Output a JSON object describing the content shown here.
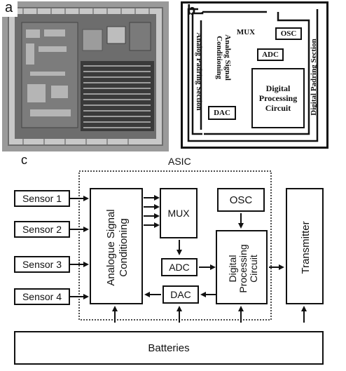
{
  "panels": {
    "a": {
      "label": "a"
    },
    "b": {
      "label": "b",
      "analog_padring": "Analog Padring Section",
      "digital_padring": "Digital Padring Section",
      "analog_signal": "Analog Signal Conditioning",
      "mux": "MUX",
      "osc": "OSC",
      "adc": "ADC",
      "digital_processing": [
        "Digital",
        "Processing",
        "Circuit"
      ],
      "dac": "DAC"
    },
    "c": {
      "label": "c",
      "asic_title": "ASIC",
      "sensors": [
        "Sensor 1",
        "Sensor 2",
        "Sensor 3",
        "Sensor 4"
      ],
      "analogue_conditioning": [
        "Analogue Signal",
        "Conditioning"
      ],
      "mux": "MUX",
      "osc": "OSC",
      "adc": "ADC",
      "dac": "DAC",
      "digital_processing": [
        "Digital",
        "Processing",
        "Circuit"
      ],
      "transmitter": "Transmitter",
      "batteries": "Batteries"
    }
  },
  "colors": {
    "line": "#111111",
    "chip_bg": "#8a8a8a"
  }
}
